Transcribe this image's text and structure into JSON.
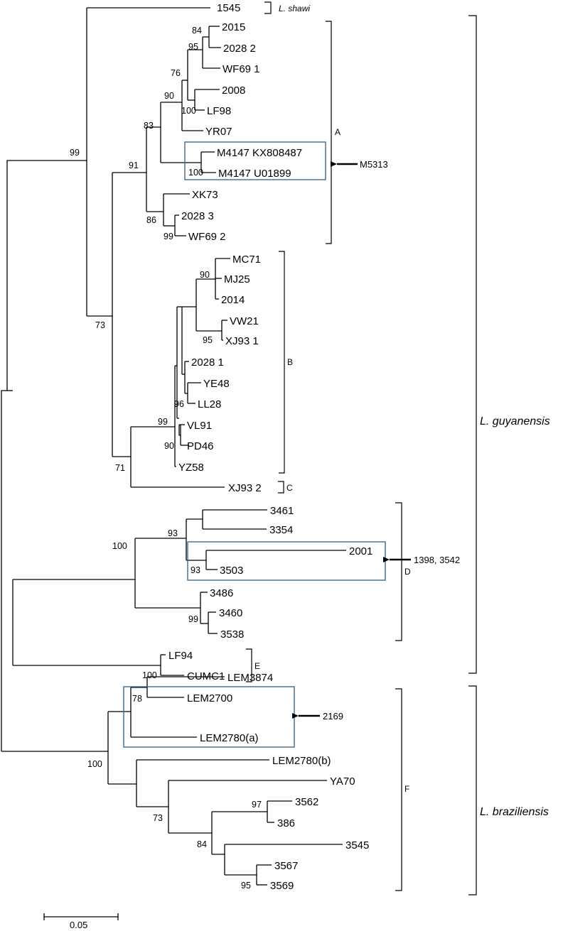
{
  "leaves": {
    "l1545": "1545",
    "l2015": "2015",
    "l2028_2": "2028 2",
    "lWF69_1": "WF69 1",
    "l2008": "2008",
    "lLF98": "LF98",
    "lYR07": "YR07",
    "lM4147KX": "M4147 KX808487",
    "lM4147U": "M4147 U01899",
    "lXK73": "XK73",
    "l2028_3": "2028 3",
    "lWF69_2": "WF69 2",
    "lMC71": "MC71",
    "lMJ25": "MJ25",
    "l2014": "2014",
    "lVW21": "VW21",
    "lXJ93_1": "XJ93 1",
    "l2028_1": "2028 1",
    "lYE48": "YE48",
    "lLL28": "LL28",
    "lVL91": "VL91",
    "lPD46": "PD46",
    "lYZ58": "YZ58",
    "lXJ93_2": "XJ93 2",
    "l3461": "3461",
    "l3354": "3354",
    "l2001": "2001",
    "l3503": "3503",
    "l3486": "3486",
    "l3460": "3460",
    "l3538": "3538",
    "lLF94": "LF94",
    "lCUMC1": "CUMC1",
    "lLEM3874": "LEM3874",
    "lLEM2700": "LEM2700",
    "lLEM2780a": "LEM2780(a)",
    "lLEM2780b": "LEM2780(b)",
    "lYA70": "YA70",
    "l3562": "3562",
    "l386": "386",
    "l3545": "3545",
    "l3567": "3567",
    "l3569": "3569"
  },
  "bootstrap": {
    "b99root": "99",
    "b73": "73",
    "b84a": "84",
    "b95a": "95",
    "b76": "76",
    "b90a": "90",
    "b100a": "100",
    "b83": "83",
    "b91": "91",
    "b100b": "100",
    "b86": "86",
    "b99a": "99",
    "b90b": "90",
    "b95b": "95",
    "b96": "96",
    "b99b": "99",
    "b90c": "90",
    "b71": "71",
    "b93a": "93",
    "b100c": "100",
    "b93b": "93",
    "b99c": "99",
    "b100d": "100",
    "b78": "78",
    "b100e": "100",
    "b73b": "73",
    "b97": "97",
    "b84b": "84",
    "b95c": "95"
  },
  "clades": {
    "A": "A",
    "B": "B",
    "C": "C",
    "D": "D",
    "E": "E",
    "F": "F"
  },
  "species": {
    "shawi": "L. shawi",
    "guyanensis": "L. guyanensis",
    "braziliensis": "L. braziliensis"
  },
  "annotations": {
    "m5313": "M5313",
    "d_isolates": "1398, 3542",
    "f_isolate": "2169"
  },
  "scale": {
    "label": "0.05"
  }
}
